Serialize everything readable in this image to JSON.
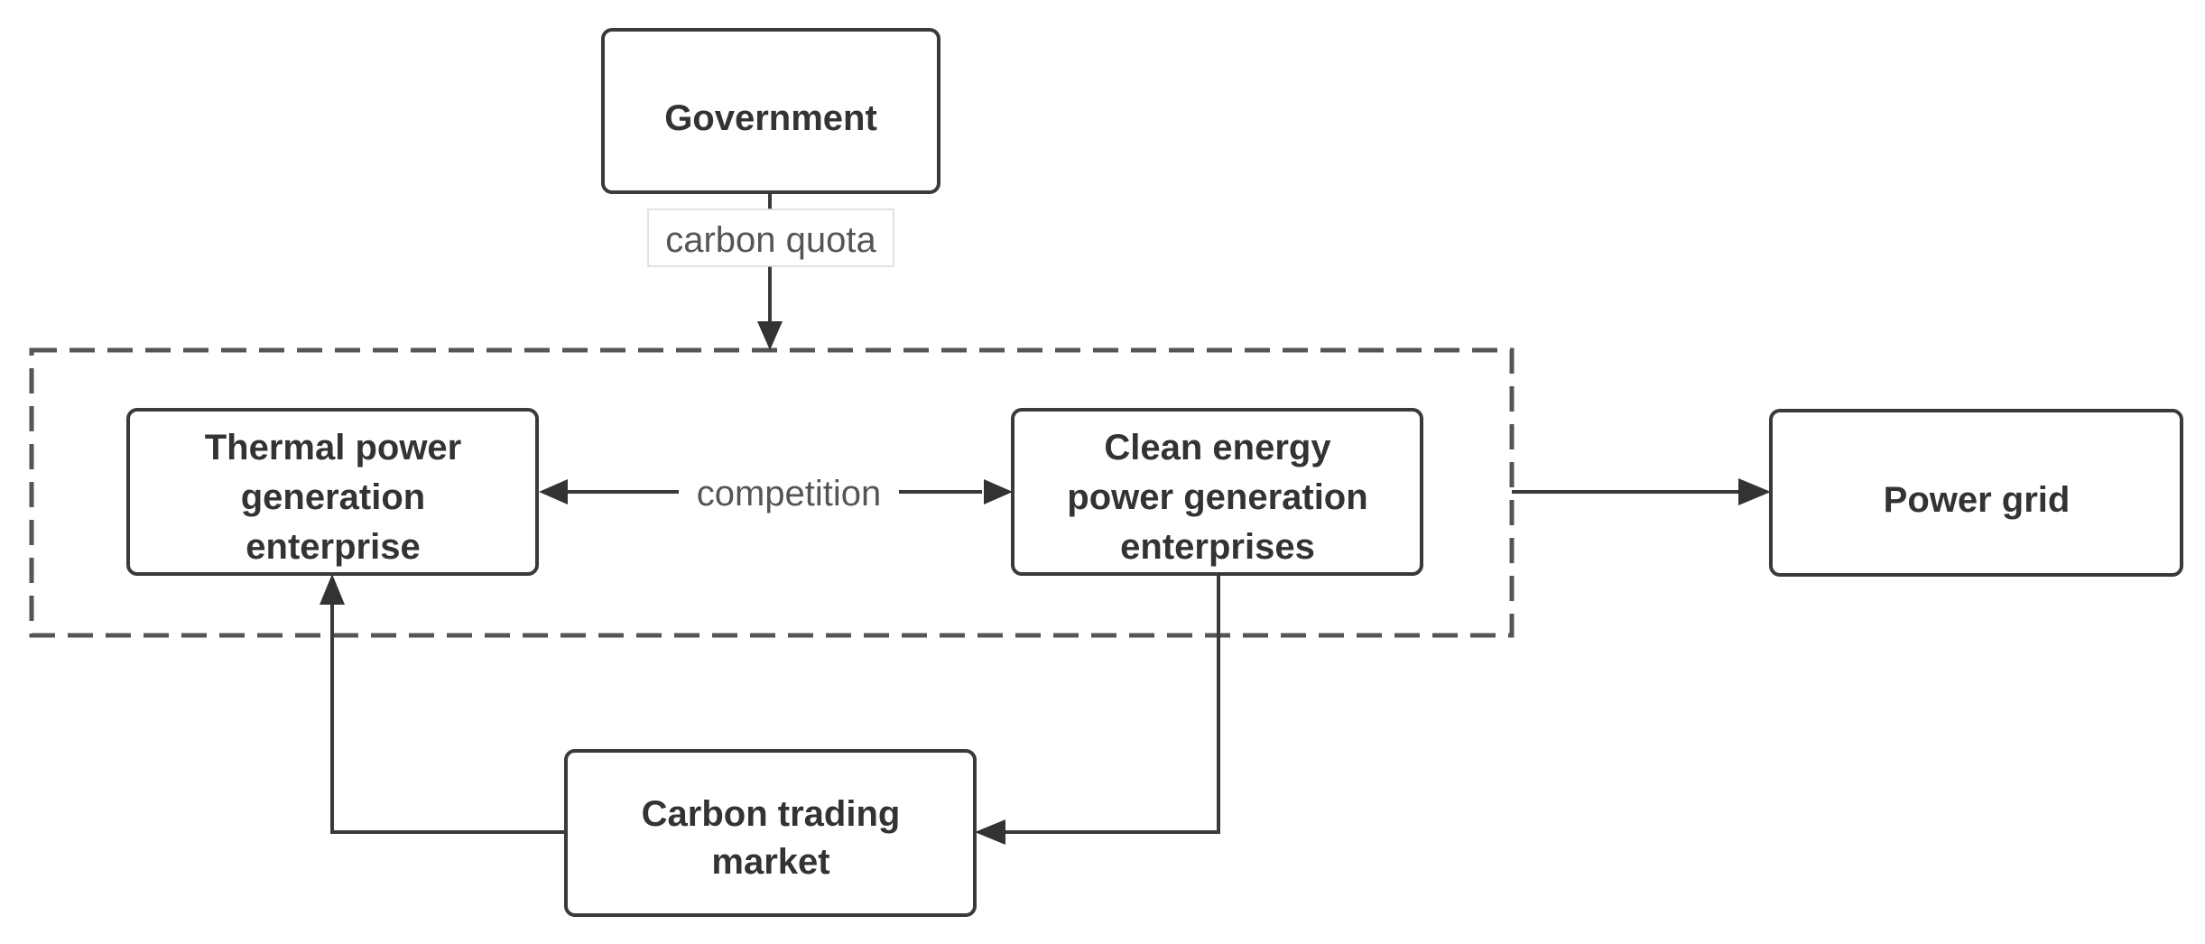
{
  "diagram": {
    "nodes": {
      "government": {
        "lines": [
          "Government"
        ]
      },
      "thermal": {
        "lines": [
          "Thermal power",
          "generation",
          "enterprise"
        ]
      },
      "clean": {
        "lines": [
          "Clean energy",
          "power generation",
          "enterprises"
        ]
      },
      "grid": {
        "lines": [
          "Power grid"
        ]
      },
      "market": {
        "lines": [
          "Carbon trading",
          "market"
        ]
      }
    },
    "edges": {
      "quota_label": "carbon quota",
      "competition_label": "competition"
    },
    "colors": {
      "stroke": "#3a3a3a",
      "text": "#333333",
      "label_text": "#555555"
    }
  }
}
